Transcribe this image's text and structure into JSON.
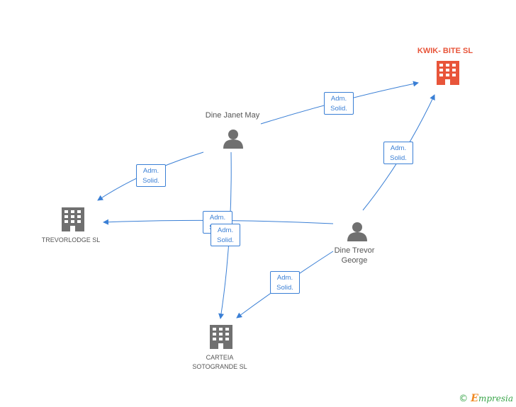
{
  "nodes": {
    "kwik": {
      "label": "KWIK- BITE SL",
      "color": "#e8553a"
    },
    "janet": {
      "label": "Dine Janet May"
    },
    "trevorlodge": {
      "label": "TREVORLODGE SL"
    },
    "trevor": {
      "label_line1": "Dine Trevor",
      "label_line2": "George"
    },
    "carteia": {
      "label_line1": "CARTEIA",
      "label_line2": "SOTOGRANDE SL"
    }
  },
  "edge_label": {
    "line1": "Adm.",
    "line2": "Solid."
  },
  "colors": {
    "edge": "#3a7fd5",
    "node": "#707070",
    "highlight": "#e8553a"
  },
  "footer": {
    "copyright": "©",
    "brand_e": "E",
    "brand_rest": "mpresia"
  }
}
